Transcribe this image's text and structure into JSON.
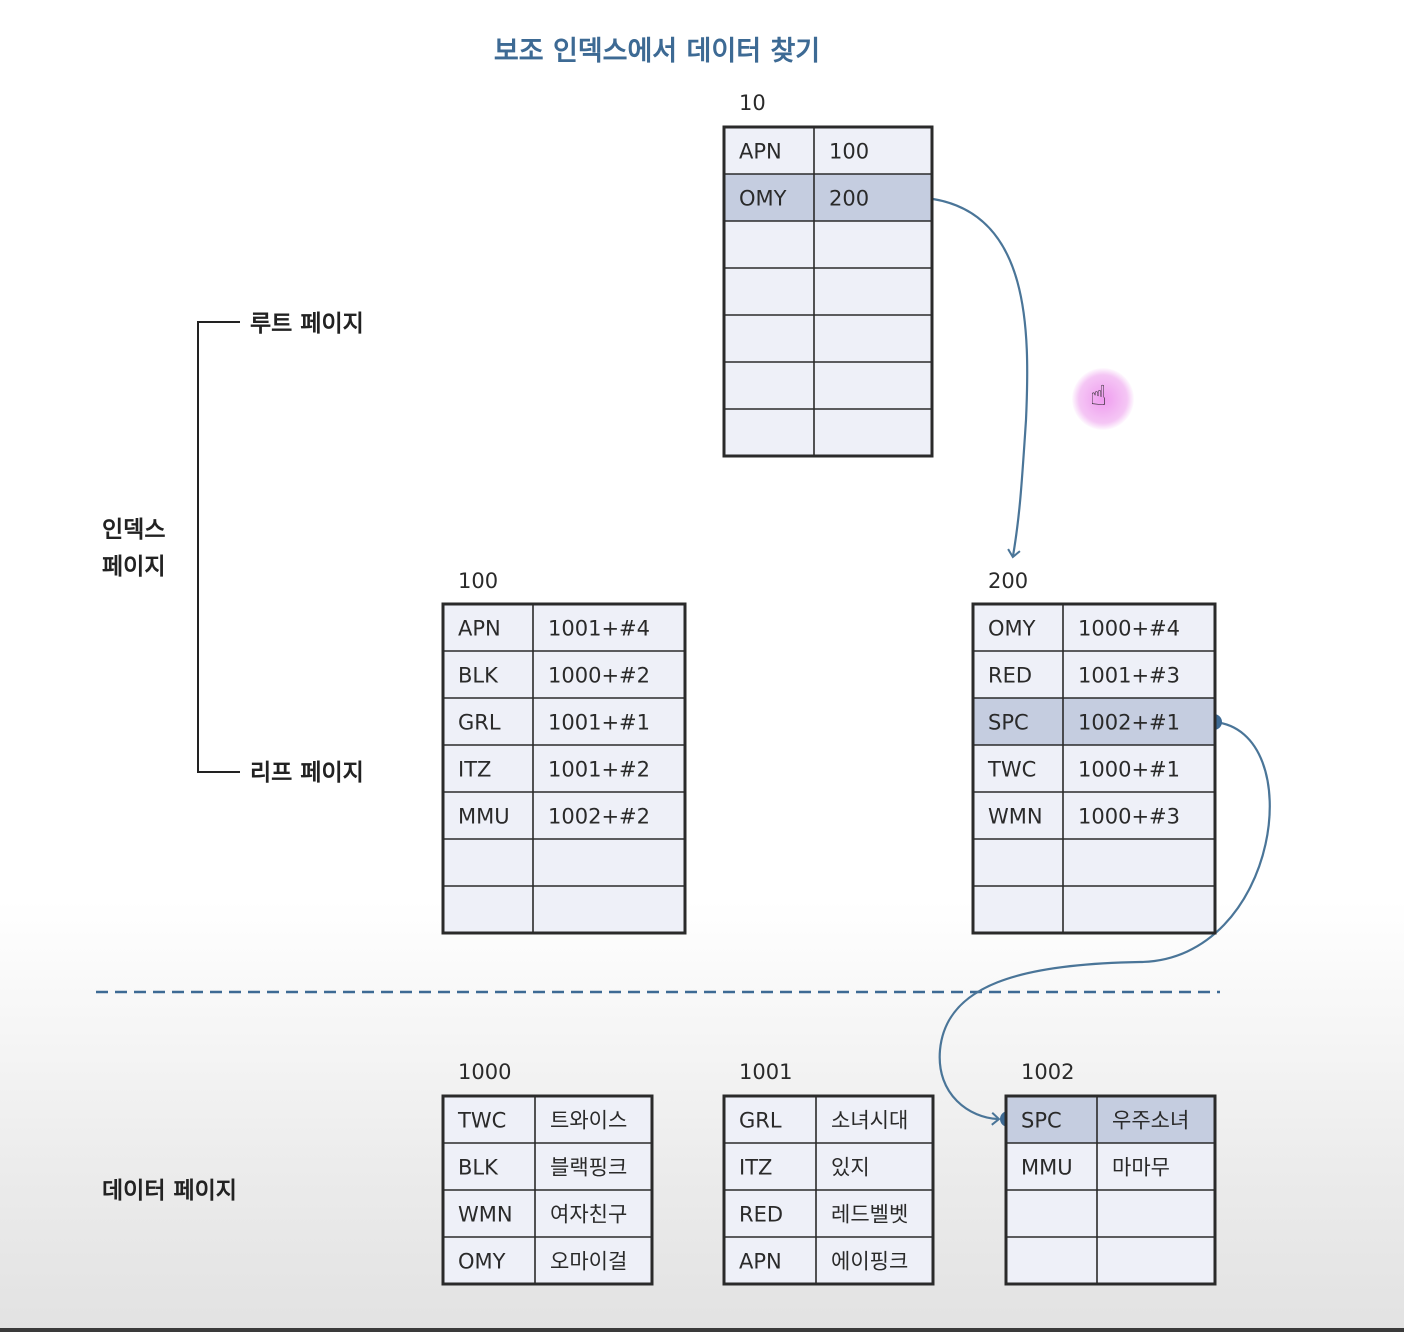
{
  "title": "보조 인덱스에서 데이터 찾기",
  "labels": {
    "root": "루트 페이지",
    "index_line1": "인덱스",
    "index_line2": "페이지",
    "leaf": "리프 페이지",
    "data": "데이터 페이지"
  },
  "pages": [
    {
      "id": "root",
      "number": "10",
      "rows": [
        [
          "APN",
          "100"
        ],
        [
          "OMY",
          "200"
        ],
        [
          "",
          ""
        ],
        [
          "",
          ""
        ],
        [
          "",
          ""
        ],
        [
          "",
          ""
        ],
        [
          "",
          ""
        ]
      ],
      "highlight": [
        1
      ]
    },
    {
      "id": "leaf-100",
      "number": "100",
      "rows": [
        [
          "APN",
          "1001+#4"
        ],
        [
          "BLK",
          "1000+#2"
        ],
        [
          "GRL",
          "1001+#1"
        ],
        [
          "ITZ",
          "1001+#2"
        ],
        [
          "MMU",
          "1002+#2"
        ],
        [
          "",
          ""
        ],
        [
          "",
          ""
        ]
      ],
      "highlight": []
    },
    {
      "id": "leaf-200",
      "number": "200",
      "rows": [
        [
          "OMY",
          "1000+#4"
        ],
        [
          "RED",
          "1001+#3"
        ],
        [
          "SPC",
          "1002+#1"
        ],
        [
          "TWC",
          "1000+#1"
        ],
        [
          "WMN",
          "1000+#3"
        ],
        [
          "",
          ""
        ],
        [
          "",
          ""
        ]
      ],
      "highlight": [
        2
      ]
    },
    {
      "id": "data-1000",
      "number": "1000",
      "rows": [
        [
          "TWC",
          "트와이스"
        ],
        [
          "BLK",
          "블랙핑크"
        ],
        [
          "WMN",
          "여자친구"
        ],
        [
          "OMY",
          "오마이걸"
        ]
      ],
      "highlight": []
    },
    {
      "id": "data-1001",
      "number": "1001",
      "rows": [
        [
          "GRL",
          "소녀시대"
        ],
        [
          "ITZ",
          "있지"
        ],
        [
          "RED",
          "레드벨벳"
        ],
        [
          "APN",
          "에이핑크"
        ]
      ],
      "highlight": []
    },
    {
      "id": "data-1002",
      "number": "1002",
      "rows": [
        [
          "SPC",
          "우주소녀"
        ],
        [
          "MMU",
          "마마무"
        ],
        [
          "",
          ""
        ],
        [
          "",
          ""
        ]
      ],
      "highlight": [
        0
      ]
    }
  ],
  "colors": {
    "accent": "#3d6a94",
    "arrow": "#4a7598",
    "highlight": "#c5cde0",
    "cell_fill": "#eef0f8",
    "border": "#2a2a2a"
  },
  "icons": [
    "hand-cursor-icon"
  ]
}
